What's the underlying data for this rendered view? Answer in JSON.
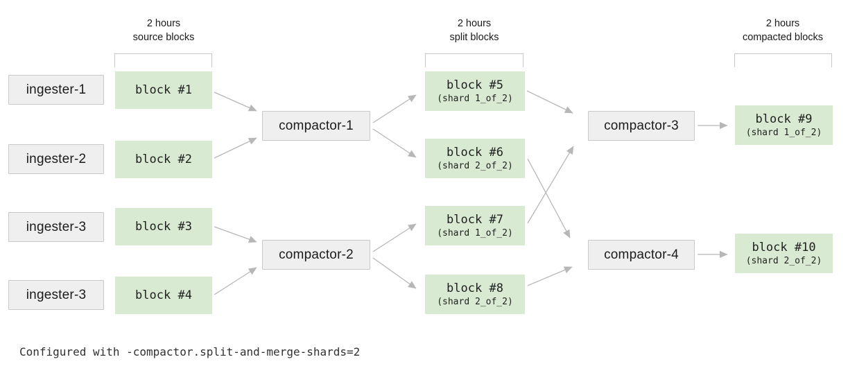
{
  "diagram": {
    "column_headers": [
      {
        "line1": "2 hours",
        "line2": "source blocks"
      },
      {
        "line1": "2 hours",
        "line2": "split blocks"
      },
      {
        "line1": "2 hours",
        "line2": "compacted blocks"
      }
    ],
    "ingesters": [
      "ingester-1",
      "ingester-2",
      "ingester-3",
      "ingester-3"
    ],
    "source_blocks": [
      "block #1",
      "block #2",
      "block #3",
      "block #4"
    ],
    "compactors_stage1": [
      "compactor-1",
      "compactor-2"
    ],
    "split_blocks": [
      {
        "title": "block #5",
        "shard": "(shard 1_of_2)"
      },
      {
        "title": "block #6",
        "shard": "(shard 2_of_2)"
      },
      {
        "title": "block #7",
        "shard": "(shard 1_of_2)"
      },
      {
        "title": "block #8",
        "shard": "(shard 2_of_2)"
      }
    ],
    "compactors_stage2": [
      "compactor-3",
      "compactor-4"
    ],
    "compacted_blocks": [
      {
        "title": "block #9",
        "shard": "(shard 1_of_2)"
      },
      {
        "title": "block #10",
        "shard": "(shard 2_of_2)"
      }
    ],
    "caption": "Configured with -compactor.split-and-merge-shards=2",
    "colors": {
      "block_green": "#d9ead3",
      "node_gray_fill": "#efefef",
      "node_gray_border": "#c9c9c9",
      "arrow_gray": "#b7b7b7",
      "bracket_gray": "#c9c9c9",
      "caption_text": "#303030"
    }
  }
}
